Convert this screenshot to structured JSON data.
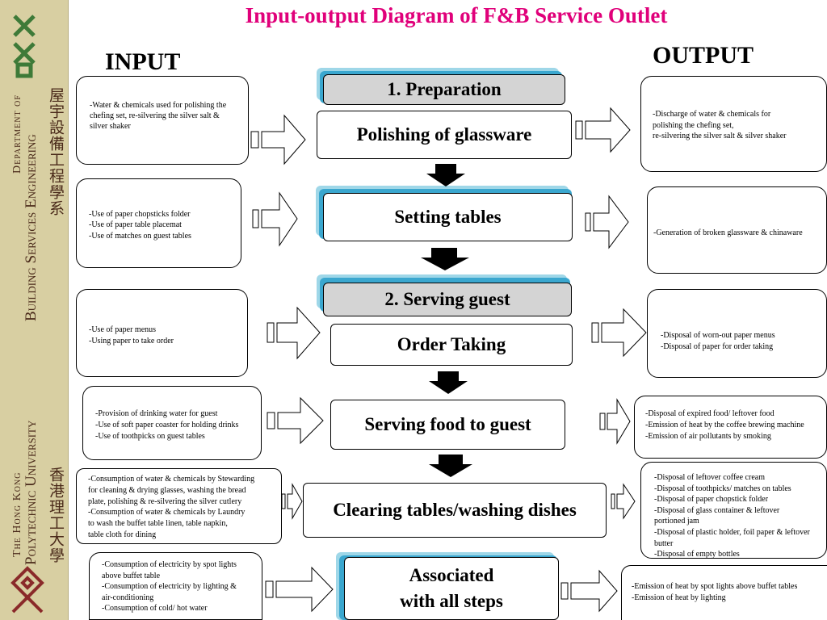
{
  "title": "Input-output Diagram of F&B Service Outlet",
  "input_heading": "INPUT",
  "output_heading": "OUTPUT",
  "sidebar": {
    "department_of": "Department of",
    "building_services_engineering": "Building Services Engineering",
    "department_cjk": "屋宇設備工程學系",
    "the_hong_kong": "The Hong Kong",
    "polytechnic_university": "Polytechnic University",
    "university_cjk": "香港理工大學"
  },
  "sections": [
    {
      "label": "1. Preparation"
    },
    {
      "label": "2. Serving guest"
    }
  ],
  "steps": [
    {
      "label": "Polishing of glassware"
    },
    {
      "label": "Setting tables"
    },
    {
      "label": "Order Taking"
    },
    {
      "label": "Serving food to guest"
    },
    {
      "label": "Clearing tables/washing dishes"
    },
    {
      "label_line1": "Associated",
      "label_line2": "with all steps"
    }
  ],
  "inputs": [
    {
      "lines": [
        "-Water & chemicals used for polishing the",
        " chefing set, re-silvering the silver salt &",
        " silver shaker"
      ]
    },
    {
      "lines": [
        "-Use of paper chopsticks folder",
        "-Use of paper table placemat",
        "-Use of matches on guest tables"
      ]
    },
    {
      "lines": [
        "-Use of paper menus",
        "-Using paper to take order"
      ]
    },
    {
      "lines": [
        "-Provision of drinking water for guest",
        "-Use of soft paper coaster for holding drinks",
        "-Use of toothpicks on guest tables"
      ]
    },
    {
      "lines": [
        "-Consumption of water & chemicals by Stewarding",
        " for cleaning & drying glasses, washing the bread",
        " plate, polishing & re-silvering the silver cutlery",
        "-Consumption of water & chemicals by Laundry",
        "  to wash the buffet table linen, table napkin,",
        "  table cloth for dining"
      ]
    },
    {
      "lines": [
        "-Consumption of electricity by spot lights",
        "  above buffet table",
        "-Consumption of electricity by lighting &",
        "  air-conditioning",
        "-Consumption of cold/ hot water"
      ]
    }
  ],
  "outputs": [
    {
      "lines": [
        "-Discharge of water & chemicals for",
        " polishing the chefing set,",
        " re-silvering the silver salt & silver shaker"
      ]
    },
    {
      "lines": [
        "-Generation of broken glassware & chinaware"
      ]
    },
    {
      "lines": [
        "-Disposal of worn-out paper menus",
        "-Disposal of paper for order taking"
      ]
    },
    {
      "lines": [
        "-Disposal of expired food/ leftover food",
        "-Emission of heat by the coffee brewing machine",
        "-Emission of air pollutants by smoking"
      ]
    },
    {
      "lines": [
        "-Disposal of leftover coffee cream",
        "-Disposal of toothpicks/ matches on tables",
        "-Disposal of paper chopstick folder",
        "-Disposal of glass container & leftover",
        "  portioned jam",
        "-Disposal of plastic holder, foil paper & leftover",
        "  butter",
        "-Disposal of empty bottles"
      ]
    },
    {
      "lines": [
        "-Emission of heat by spot lights above buffet tables",
        "-Emission of heat by lighting"
      ]
    }
  ],
  "colors": {
    "title": "#e0007a",
    "sidebar": "#d8cfa2",
    "shadow_light": "#9fd7e8",
    "shadow_dark": "#3aa7cf",
    "section_fill": "#d4d4d4"
  }
}
